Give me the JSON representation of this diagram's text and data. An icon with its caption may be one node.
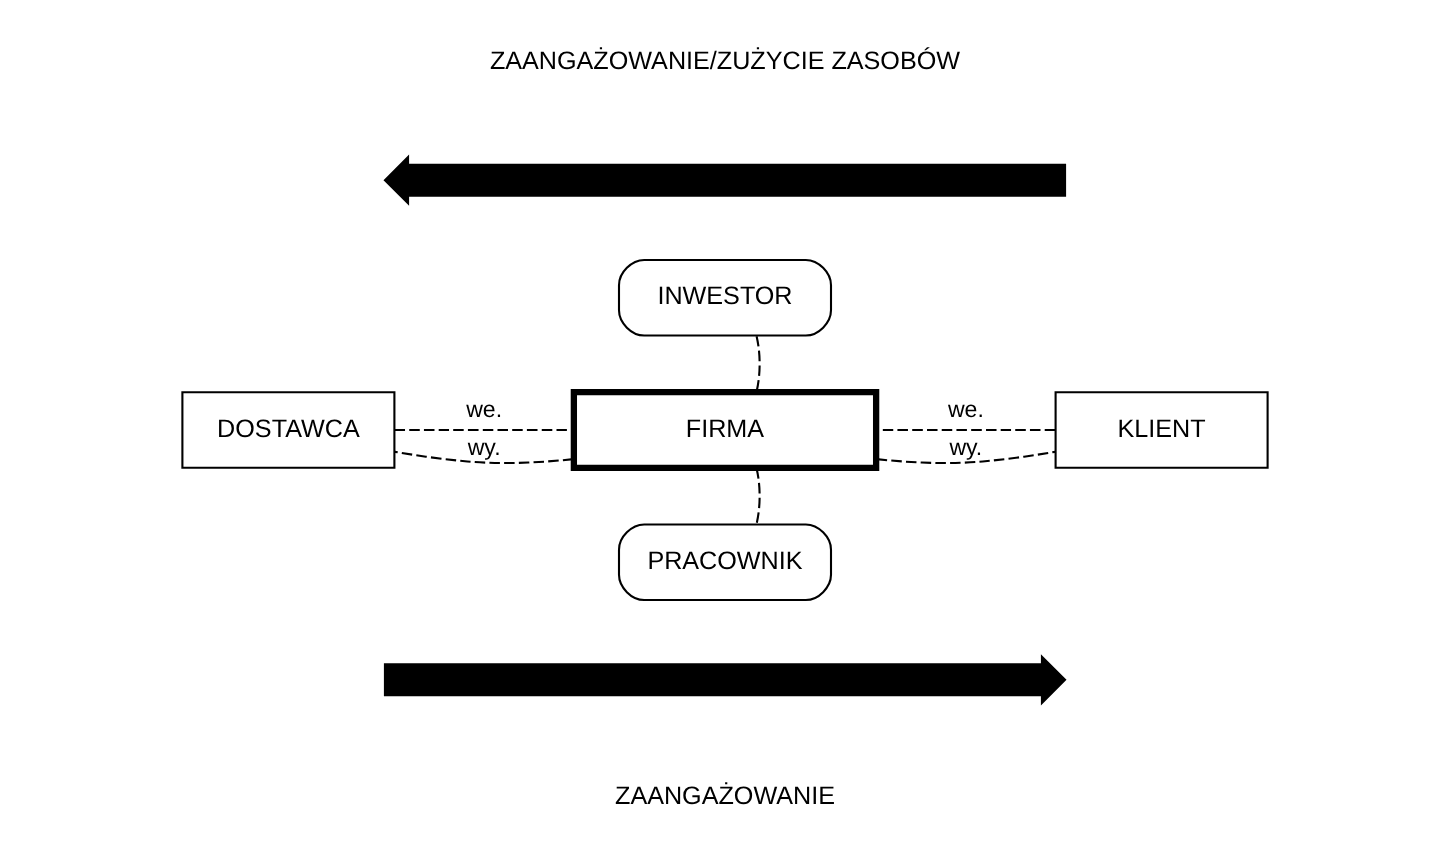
{
  "diagram": {
    "nodes": [
      {
        "text": [],
        "shape": "arrow"
      },
      {
        "text": [
          "INWESTOR"
        ]
      },
      {
        "text": [
          "DOSTAWCA"
        ]
      },
      {
        "text": [
          "FIRMA"
        ]
      },
      {
        "text": [
          "KLIENT"
        ]
      },
      {
        "text": [
          "PRACOWNIK"
        ]
      },
      {
        "text": [],
        "shape": "arrow"
      }
    ],
    "edges": [
      {
        "from": 1,
        "to": 3,
        "arrow": "none",
        "style": "dashed"
      },
      {
        "from": 3,
        "to": 5,
        "arrow": "none",
        "style": "dashed"
      },
      {
        "from": 2,
        "to": 3,
        "arrow": "none",
        "style": "dashed",
        "label": "we."
      },
      {
        "from": 3,
        "to": 2,
        "arrow": "none",
        "style": "dashed",
        "label": "wy."
      },
      {
        "from": 3,
        "to": 4,
        "arrow": "none",
        "style": "dashed",
        "label": "wy."
      },
      {
        "from": 4,
        "to": 3,
        "arrow": "none",
        "style": "dashed",
        "label": "we."
      }
    ],
    "labels": [
      "ZAANGAŻOWANIE/ZUŻYCIE ZASOBÓW",
      "ZAANGAŻOWANIE"
    ]
  }
}
